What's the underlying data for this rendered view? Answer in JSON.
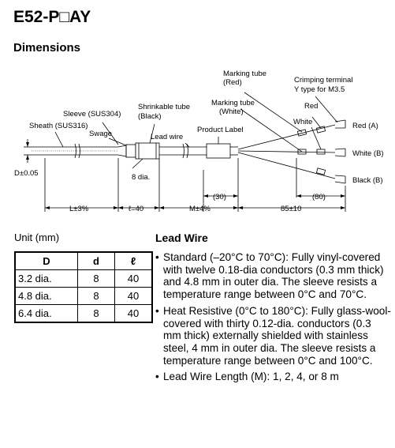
{
  "header": {
    "title": "E52-P□AY",
    "subtitle": "Dimensions"
  },
  "drawing": {
    "labels": {
      "sheath": "Sheath (SUS316)",
      "sleeve": "Sleeve (SUS304)",
      "swage": "Swage",
      "shrink1": "Shrinkable tube",
      "shrink2": "(Black)",
      "leadwire": "Lead wire",
      "product_label": "Product Label",
      "mark_red1": "Marking tube",
      "mark_red2": "(Red)",
      "mark_white1": "Marking tube",
      "mark_white2": "(White)",
      "crimp1": "Crimping terminal",
      "crimp2": "Y type for M3.5",
      "red": "Red",
      "white": "White",
      "red_a": "Red (A)",
      "white_b": "White (B)",
      "black_b": "Black (B)",
      "d_dim": "D±0.05",
      "eight_dia": "8 dia.",
      "l_dim": "L±3%",
      "ell_dim": "ℓ=40",
      "m_dim": "M±4%",
      "thirty": "(30)",
      "eighty": "(80)",
      "eightyfive": "85±10"
    }
  },
  "unit_label": "Unit (mm)",
  "table": {
    "headers": [
      "D",
      "d",
      "ℓ"
    ],
    "rows": [
      [
        "3.2 dia.",
        "8",
        "40"
      ],
      [
        "4.8 dia.",
        "8",
        "40"
      ],
      [
        "6.4 dia.",
        "8",
        "40"
      ]
    ]
  },
  "lead_wire": {
    "heading": "Lead Wire",
    "items": [
      "Standard (–20°C to 70°C): Fully vinyl-covered with twelve 0.18-dia conductors (0.3 mm thick) and 4.8 mm in outer dia. The sleeve resists a temperature range between 0°C and 70°C.",
      "Heat Resistive (0°C to 180°C): Fully glass-wool-covered with thirty 0.12-dia. conductors (0.3 mm thick) externally shielded with stainless steel, 4 mm in outer dia. The sleeve resists a temperature range between 0°C and 100°C.",
      "Lead Wire Length (M): 1, 2, 4, or 8 m"
    ]
  }
}
